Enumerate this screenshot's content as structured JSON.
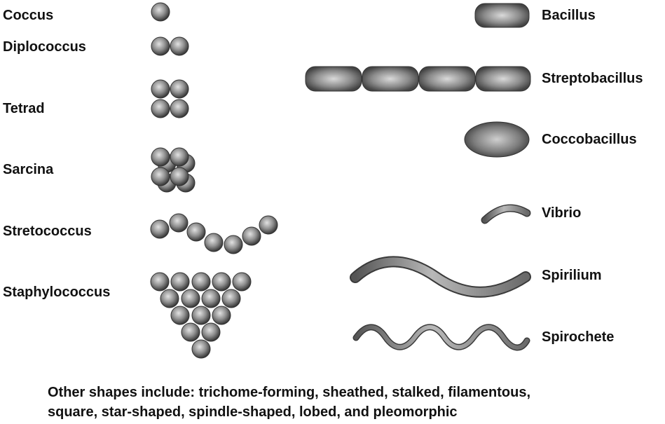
{
  "cocci": {
    "coccus": "Coccus",
    "diplococcus": "Diplococcus",
    "tetrad": "Tetrad",
    "sarcina": "Sarcina",
    "streptococcus": "Stretococcus",
    "staphylococcus": "Staphylococcus"
  },
  "bacilli": {
    "bacillus": "Bacillus",
    "streptobacillus": "Streptobacillus",
    "coccobacillus": "Coccobacillus",
    "vibrio": "Vibrio",
    "spirilium": "Spirilium",
    "spirochete": "Spirochete"
  },
  "caption": {
    "line1": "Other shapes include: trichome-forming, sheathed, stalked, filamentous,",
    "line2": "square, star-shaped, spindle-shaped, lobed, and pleomorphic"
  },
  "colors": {
    "sphere_light": "#d8d8d8",
    "sphere_dark": "#3c3c3c",
    "text": "#111111"
  }
}
